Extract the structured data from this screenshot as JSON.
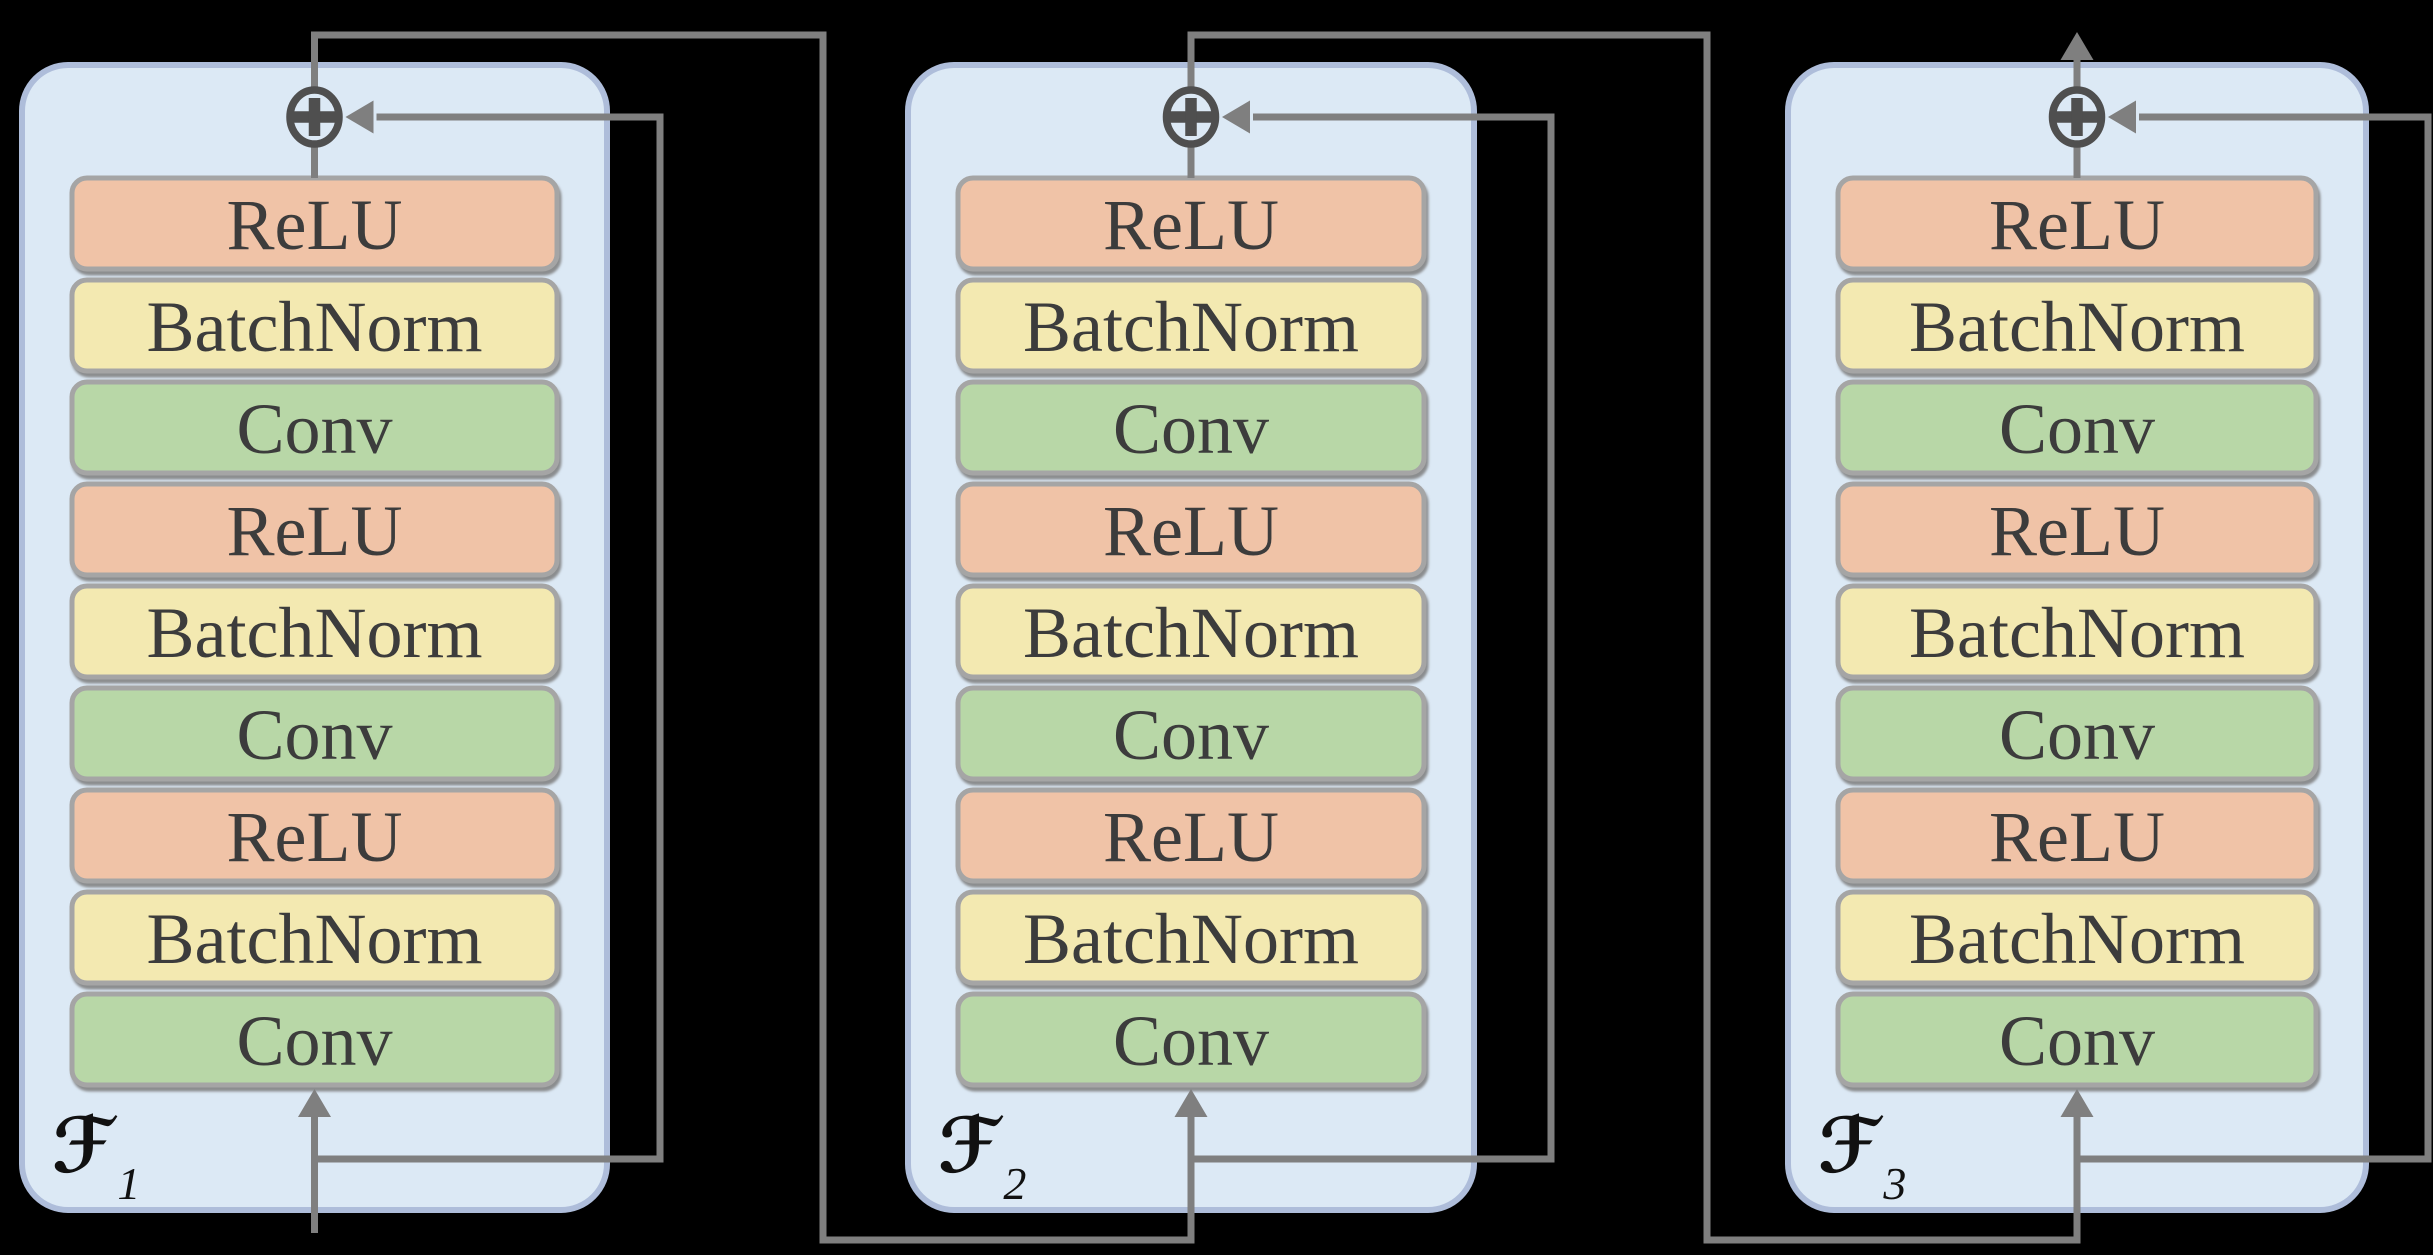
{
  "figure": {
    "title": "residual-blocks-diagram",
    "background_color": "#000000",
    "connector_color": "#7f7f7f",
    "operator_color": "#4f4f4f",
    "block_fill": "#dce9f5",
    "block_border": "#aebdda",
    "pill_border": "#a5a5a5",
    "pill_text_color": "#3c3c3c",
    "label_color": "#111111",
    "layer_colors": {
      "ReLU": "#f0c3a7",
      "BatchNorm": "#f3e9b1",
      "Conv": "#b8d7a7"
    },
    "icons": {
      "add_operator": "⊕",
      "up_arrowhead": "▲",
      "left_arrowhead": "◀"
    },
    "blocks": [
      {
        "id": "F1",
        "label": "ℱ",
        "subscript": "1",
        "layers": [
          "ReLU",
          "BatchNorm",
          "Conv",
          "ReLU",
          "BatchNorm",
          "Conv",
          "ReLU",
          "BatchNorm",
          "Conv"
        ]
      },
      {
        "id": "F2",
        "label": "ℱ",
        "subscript": "2",
        "layers": [
          "ReLU",
          "BatchNorm",
          "Conv",
          "ReLU",
          "BatchNorm",
          "Conv",
          "ReLU",
          "BatchNorm",
          "Conv"
        ]
      },
      {
        "id": "F3",
        "label": "ℱ",
        "subscript": "3",
        "layers": [
          "ReLU",
          "BatchNorm",
          "Conv",
          "ReLU",
          "BatchNorm",
          "Conv",
          "ReLU",
          "BatchNorm",
          "Conv"
        ]
      }
    ]
  }
}
